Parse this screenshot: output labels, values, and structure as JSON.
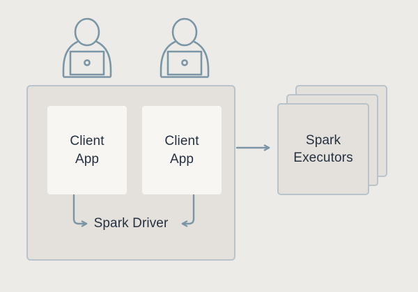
{
  "diagram": {
    "title": "Spark client deployment mode architecture",
    "background_color": "#ecebe7",
    "stroke_color": "#7a96a6",
    "border_color": "#b9c3cb",
    "panel_fill": "#e4e1dc",
    "card_fill": "#f7f6f3",
    "text_color": "#253141"
  },
  "users": [
    {
      "label": "user-with-laptop",
      "icon": "person-laptop-icon"
    },
    {
      "label": "user-with-laptop",
      "icon": "person-laptop-icon"
    }
  ],
  "driver_panel": {
    "label": "Spark Driver",
    "client_apps": [
      {
        "line1": "Client",
        "line2": "App"
      },
      {
        "line1": "Client",
        "line2": "App"
      }
    ]
  },
  "executors": {
    "line1": "Spark",
    "line2": "Executors",
    "stack_count": 3
  },
  "connectors": [
    {
      "name": "client-app-1-to-driver",
      "kind": "elbow-arrow-right"
    },
    {
      "name": "client-app-2-to-driver",
      "kind": "elbow-arrow-left"
    },
    {
      "name": "driver-to-executors",
      "kind": "straight-arrow-right"
    }
  ]
}
